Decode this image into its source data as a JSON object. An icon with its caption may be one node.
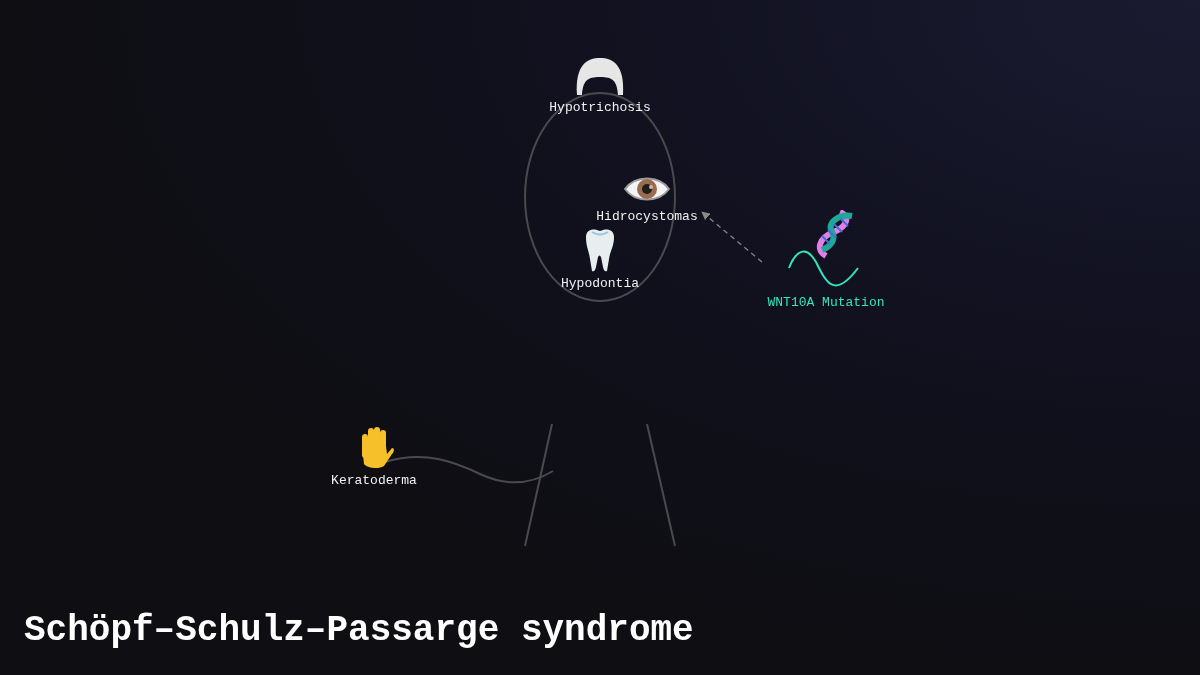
{
  "diagram": {
    "title": "Schöpf–Schulz–Passarge syndrome",
    "nodes": [
      {
        "text": [
          "Hypotrichosis"
        ]
      },
      {
        "text": [
          "Hidrocystomas"
        ]
      },
      {
        "text": [
          "Hypodontia"
        ]
      },
      {
        "text": [
          "WNT10A Mutation"
        ]
      },
      {
        "text": [
          "Keratoderma"
        ]
      }
    ],
    "edges": [
      {
        "from": 3,
        "to": 1,
        "arrow": "to",
        "style": "dashed"
      }
    ]
  }
}
